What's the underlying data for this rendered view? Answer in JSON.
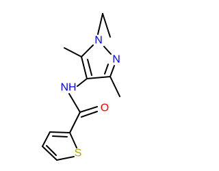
{
  "molecule": {
    "atoms": {
      "n1": {
        "symbol": "N",
        "color": "#0000ff"
      },
      "n2": {
        "symbol": "N",
        "color": "#0000ff"
      },
      "nh": {
        "symbol": "NH",
        "color": "#0000ff"
      },
      "o": {
        "symbol": "O",
        "color": "#ff0000"
      },
      "s": {
        "symbol": "S",
        "color": "#b2a000"
      }
    },
    "bond_color": "#000000"
  }
}
